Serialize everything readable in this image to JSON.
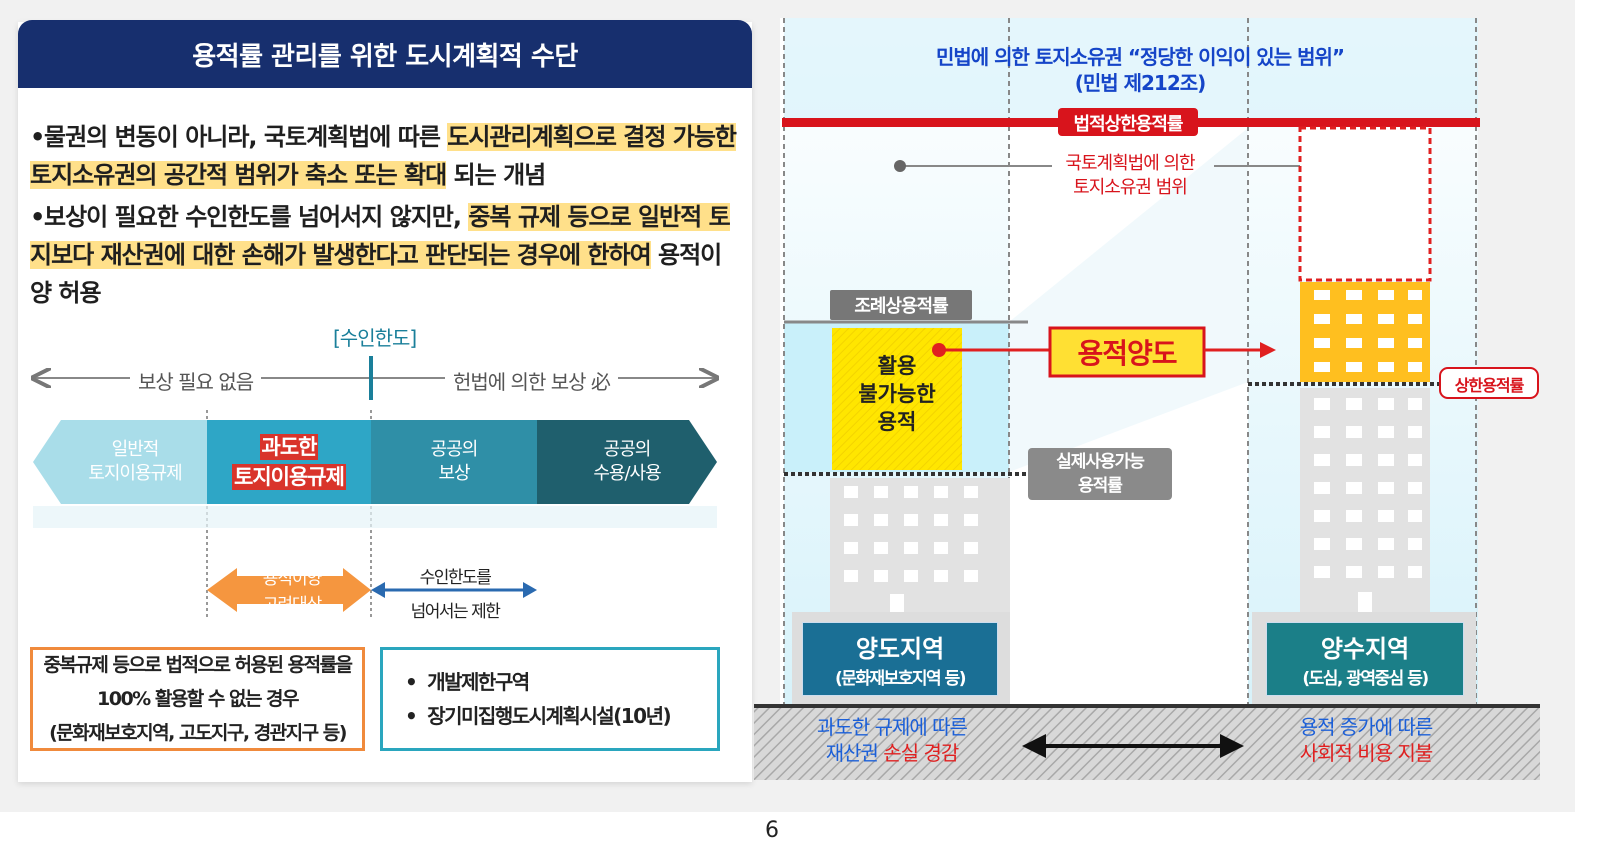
{
  "header": {
    "title": "용적률 관리를 위한 도시계획적 수단"
  },
  "paragraphs": {
    "p1_a": "물권의 변동이 아니라, 국토계획법에 따른 ",
    "p1_hl": "도시관리계획으로 결정 가능한 토지소유권의 공간적 범위가 축소 또는 확대",
    "p1_b": " 되는 개념",
    "p2_a": "보상이 필요한 수인한도를 넘어서지 않지만, ",
    "p2_hl": "중복 규제 등으로 일반적 토지보다 재산권에 대한 손해가 발생한다고 판단되는 경우에 한하여",
    "p2_b": " 용적이양 허용"
  },
  "scale": {
    "threshold_label": "[수인한도]",
    "left_label": "보상 필요 없음",
    "right_label": "헌법에 의한 보상 必"
  },
  "stages": [
    {
      "line1": "일반적",
      "line2": "토지이용규제"
    },
    {
      "line1": "과도한",
      "line2": "토지이용규제"
    },
    {
      "line1": "공공의",
      "line2": "보상"
    },
    {
      "line1": "공공의",
      "line2": "수용/사용"
    }
  ],
  "arrows": {
    "orange_line1": "용적이양",
    "orange_line2": "고려대상",
    "blue_line1": "수인한도를",
    "blue_line2": "넘어서는 제한"
  },
  "box_orange": {
    "line1": "중복규제 등으로 법적으로 허용된 용적률을",
    "line2": "100% 활용할 수 없는 경우",
    "line3": "(문화재보호지역, 고도지구, 경관지구 등)"
  },
  "box_teal": {
    "items": [
      "개발제한구역",
      "장기미집행도시계획시설(10년)"
    ]
  },
  "diagram": {
    "top_title": "민법에 의한 토지소유권 “정당한 이익이 있는 범위”",
    "top_sub": "(민법 제212조)",
    "legal_cap": "법적상한용적률",
    "range_line1": "국토계획법에 의한",
    "range_line2": "토지소유권 범위",
    "ordinance_far": "조례상용적률",
    "unusable_1": "활용",
    "unusable_2": "불가능한",
    "unusable_3": "용적",
    "transfer": "용적양도",
    "actual_1": "실제사용가능",
    "actual_2": "용적률",
    "cap_far": "상한용적률",
    "sender_title": "양도지역",
    "sender_sub": "(문화재보호지역 등)",
    "receiver_title": "양수지역",
    "receiver_sub": "(도심, 광역중심 등)",
    "bottom_left_1": "과도한 규제에 따른",
    "bottom_left_2a": "재산권 ",
    "bottom_left_2b": "손실 경감",
    "bottom_right_1": "용적 증가에 따른",
    "bottom_right_2": "사회적 비용 지불"
  },
  "page_number": "6",
  "colors": {
    "navy": "#172f6e",
    "highlight": "#ffe08a",
    "red": "#e02020",
    "sky": "#cfeefa",
    "yellow": "#ffe300",
    "orange_bar": "#ffbf1f",
    "teal_box": "#1a6f95",
    "orange_box": "#f08a3c",
    "blue_text": "#1b5fd8"
  }
}
